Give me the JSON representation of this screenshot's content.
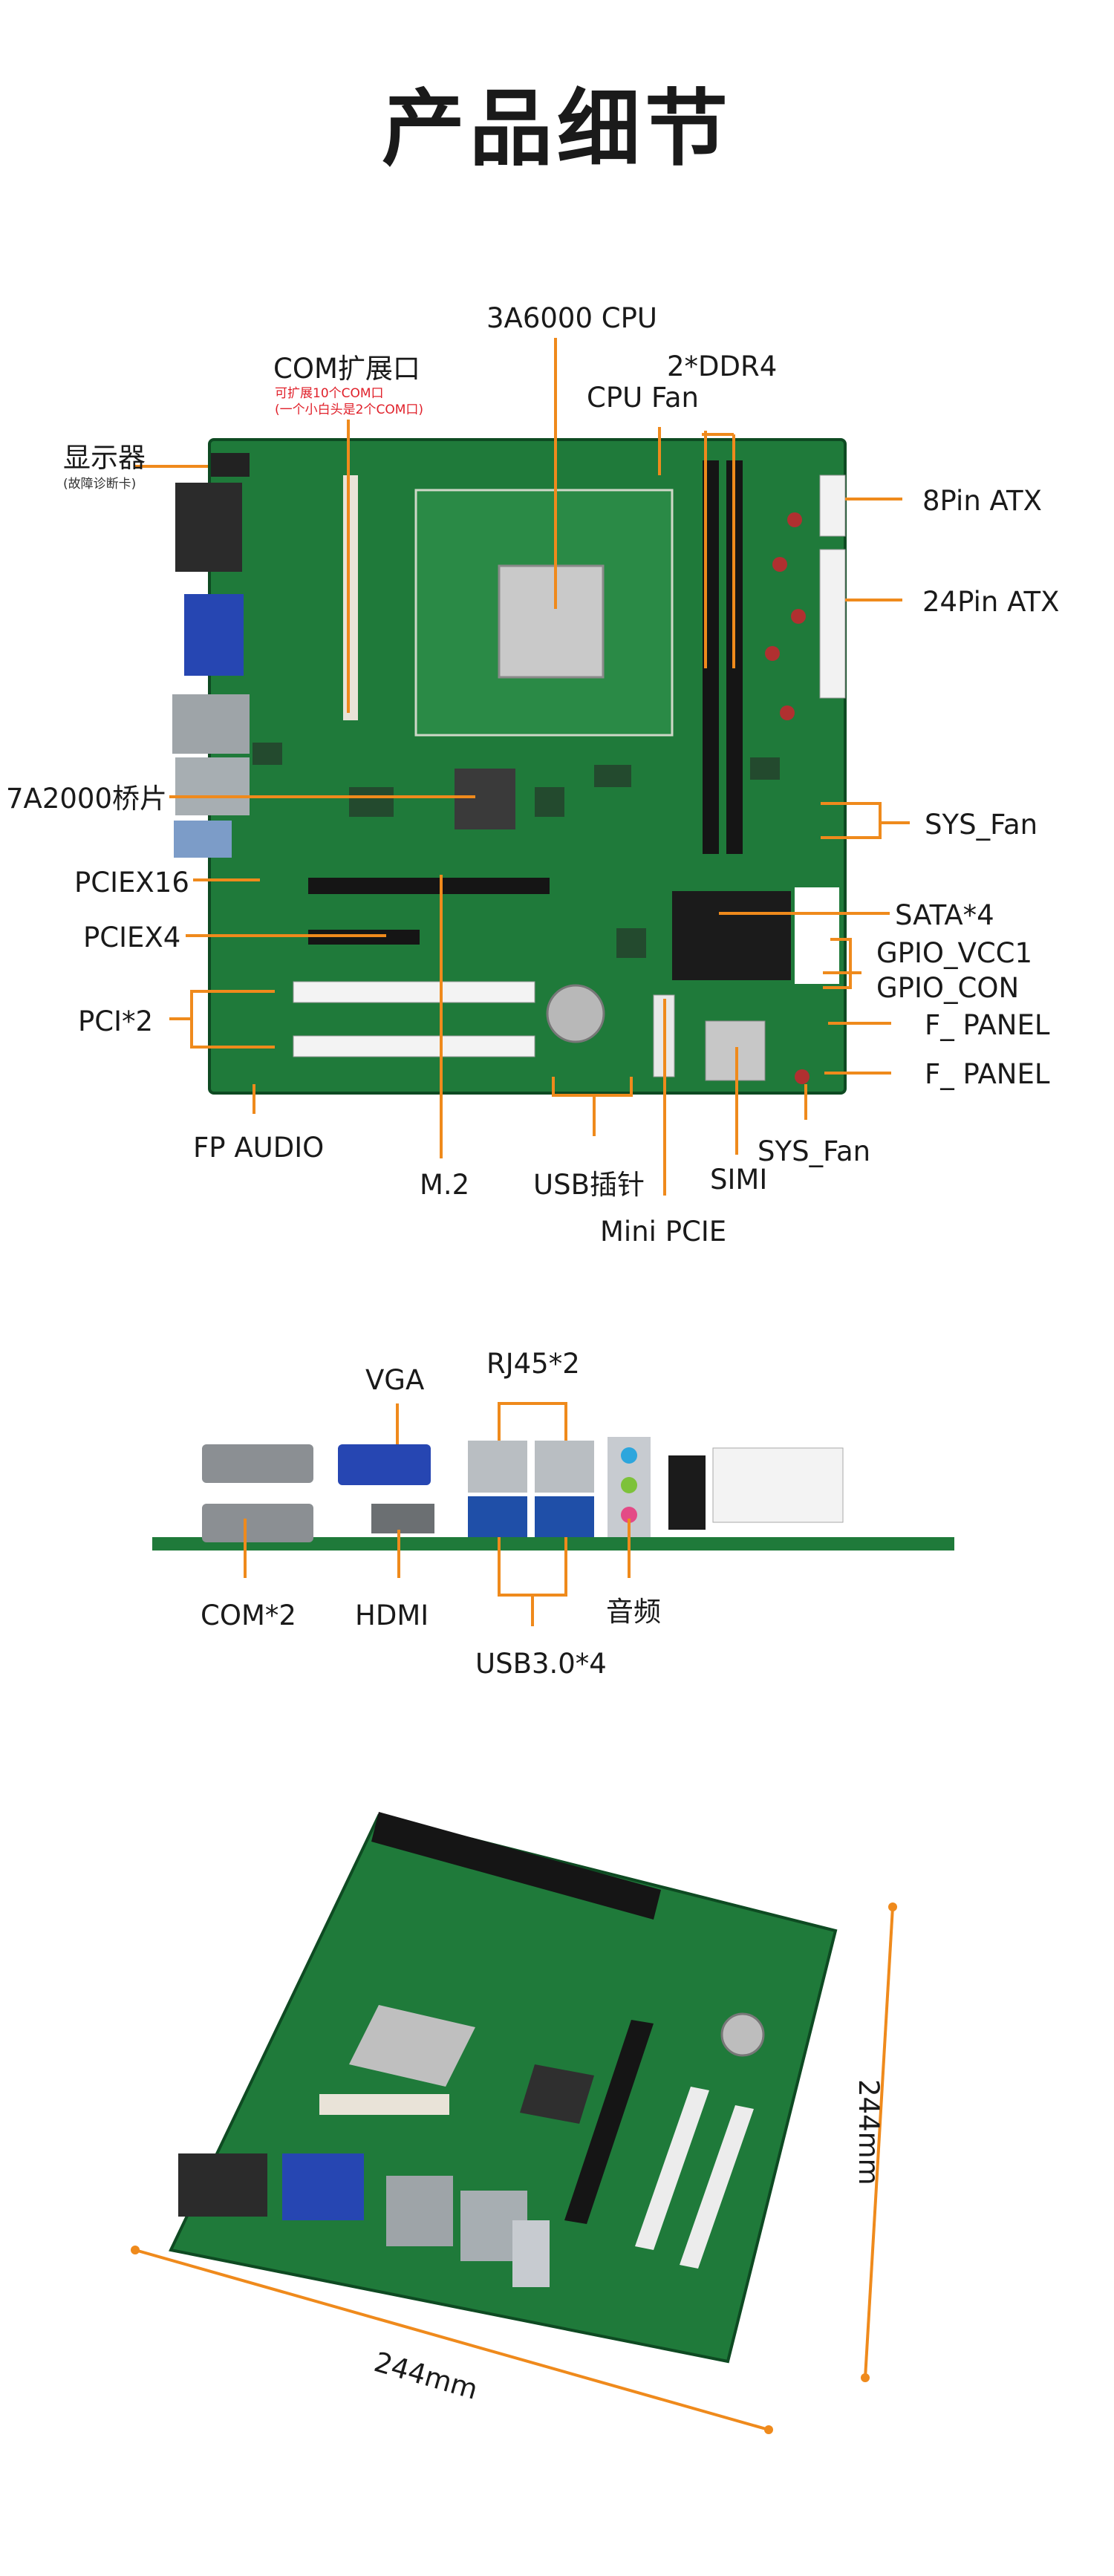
{
  "title": "产品细节",
  "board_labels": {
    "cpu": "3A6000 CPU",
    "ddr": "2*DDR4",
    "cpu_fan": "CPU Fan",
    "com_ext": "COM扩展口",
    "com_ext_note1": "可扩展10个COM口",
    "com_ext_note2": "(一个小白头是2个COM口)",
    "display": "显示器",
    "display_note": "(故障诊断卡)",
    "atx8": "8Pin ATX",
    "atx24": "24Pin ATX",
    "bridge": "7A2000桥片",
    "sys_fan_right": "SYS_Fan",
    "pciex16": "PCIEX16",
    "pciex4": "PCIEX4",
    "sata": "SATA*4",
    "gpio_vcc": "GPIO_VCC1",
    "gpio_con": "GPIO_CON",
    "pci2": "PCI*2",
    "f_panel_1": "F_ PANEL",
    "f_panel_2": "F_ PANEL",
    "fp_audio": "FP AUDIO",
    "sys_fan_bottom": "SYS_Fan",
    "m2": "M.2",
    "usb_header": "USB插针",
    "simi": "SIMI",
    "mini_pcie": "Mini PCIE"
  },
  "io_labels": {
    "vga": "VGA",
    "rj45": "RJ45*2",
    "com2": "COM*2",
    "hdmi": "HDMI",
    "audio": "音频",
    "usb3": "USB3.0*4"
  },
  "dimensions": {
    "width": "244mm",
    "height": "244mm"
  },
  "colors": {
    "accent": "#ef8a1c",
    "red_note": "#e0202a",
    "pcb_green": "#1f7a3a"
  }
}
